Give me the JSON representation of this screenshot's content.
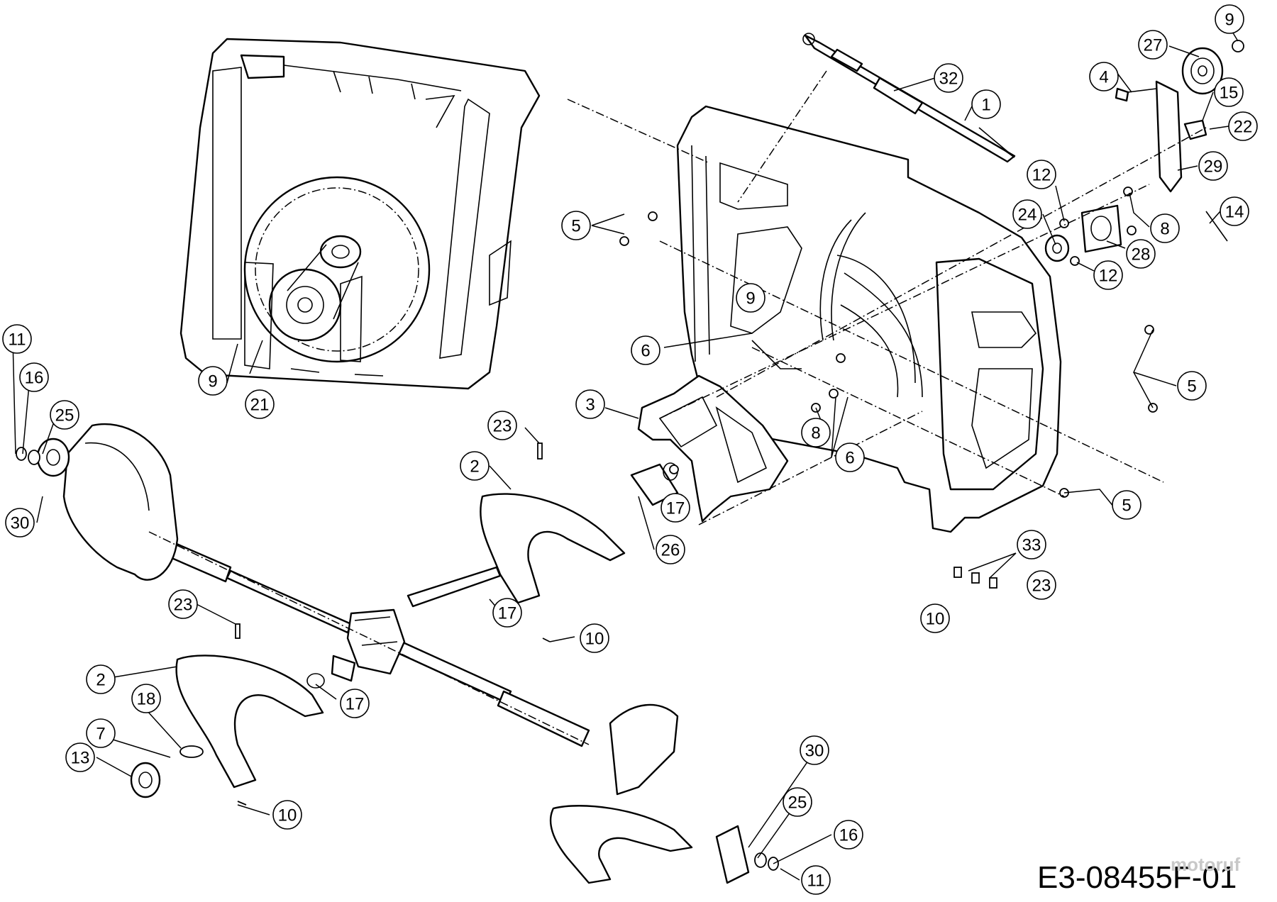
{
  "diagram": {
    "drawing_code": "E3-08455F-01",
    "watermark": "motoruf",
    "callouts": [
      {
        "id": "c1",
        "label": "1"
      },
      {
        "id": "c32",
        "label": "32"
      },
      {
        "id": "c9a",
        "label": "9"
      },
      {
        "id": "c27",
        "label": "27"
      },
      {
        "id": "c4",
        "label": "4"
      },
      {
        "id": "c15",
        "label": "15"
      },
      {
        "id": "c22",
        "label": "22"
      },
      {
        "id": "c29",
        "label": "29"
      },
      {
        "id": "c12a",
        "label": "12"
      },
      {
        "id": "c24",
        "label": "24"
      },
      {
        "id": "c8a",
        "label": "8"
      },
      {
        "id": "c28",
        "label": "28"
      },
      {
        "id": "c14",
        "label": "14"
      },
      {
        "id": "c12b",
        "label": "12"
      },
      {
        "id": "c5a",
        "label": "5"
      },
      {
        "id": "c9b",
        "label": "9"
      },
      {
        "id": "c6a",
        "label": "6"
      },
      {
        "id": "c5b",
        "label": "5"
      },
      {
        "id": "c3",
        "label": "3"
      },
      {
        "id": "c8b",
        "label": "8"
      },
      {
        "id": "c6b",
        "label": "6"
      },
      {
        "id": "c5c",
        "label": "5"
      },
      {
        "id": "c17a",
        "label": "17"
      },
      {
        "id": "c26",
        "label": "26"
      },
      {
        "id": "c33",
        "label": "33"
      },
      {
        "id": "c23a",
        "label": "23"
      },
      {
        "id": "c10a",
        "label": "10"
      },
      {
        "id": "c9c",
        "label": "9"
      },
      {
        "id": "c21",
        "label": "21"
      },
      {
        "id": "c11a",
        "label": "11"
      },
      {
        "id": "c16a",
        "label": "16"
      },
      {
        "id": "c25a",
        "label": "25"
      },
      {
        "id": "c30a",
        "label": "30"
      },
      {
        "id": "c23b",
        "label": "23"
      },
      {
        "id": "c2a",
        "label": "2"
      },
      {
        "id": "c17b",
        "label": "17"
      },
      {
        "id": "c10b",
        "label": "10"
      },
      {
        "id": "c23c",
        "label": "23"
      },
      {
        "id": "c2b",
        "label": "2"
      },
      {
        "id": "c17c",
        "label": "17"
      },
      {
        "id": "c18",
        "label": "18"
      },
      {
        "id": "c7",
        "label": "7"
      },
      {
        "id": "c13",
        "label": "13"
      },
      {
        "id": "c10c",
        "label": "10"
      },
      {
        "id": "c30b",
        "label": "30"
      },
      {
        "id": "c25b",
        "label": "25"
      },
      {
        "id": "c16b",
        "label": "16"
      },
      {
        "id": "c11b",
        "label": "11"
      }
    ]
  }
}
